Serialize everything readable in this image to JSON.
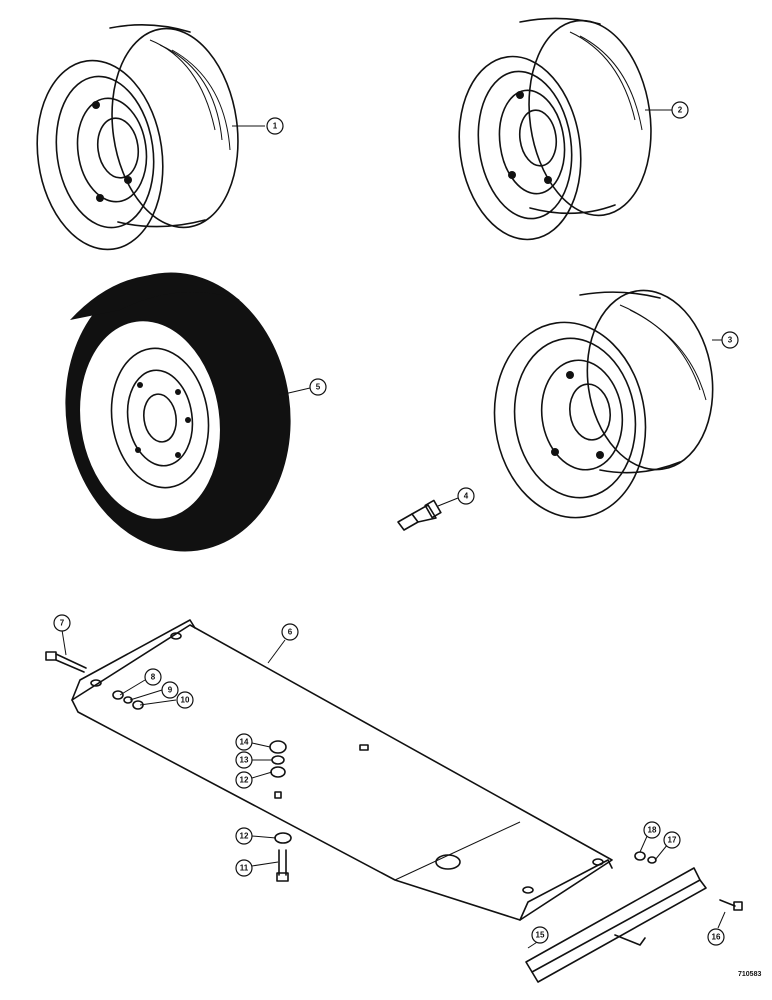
{
  "figure_number": "710583",
  "callouts": [
    {
      "id": "c1",
      "label": "1"
    },
    {
      "id": "c2",
      "label": "2"
    },
    {
      "id": "c3",
      "label": "3"
    },
    {
      "id": "c4",
      "label": "4"
    },
    {
      "id": "c5",
      "label": "5"
    },
    {
      "id": "c6",
      "label": "6"
    },
    {
      "id": "c7",
      "label": "7"
    },
    {
      "id": "c8",
      "label": "8"
    },
    {
      "id": "c9",
      "label": "9"
    },
    {
      "id": "c10",
      "label": "10"
    },
    {
      "id": "c11",
      "label": "11"
    },
    {
      "id": "c12a",
      "label": "12"
    },
    {
      "id": "c12b",
      "label": "12"
    },
    {
      "id": "c13",
      "label": "13"
    },
    {
      "id": "c14",
      "label": "14"
    },
    {
      "id": "c15",
      "label": "15"
    },
    {
      "id": "c16",
      "label": "16"
    },
    {
      "id": "c17",
      "label": "17"
    },
    {
      "id": "c18",
      "label": "18"
    }
  ]
}
